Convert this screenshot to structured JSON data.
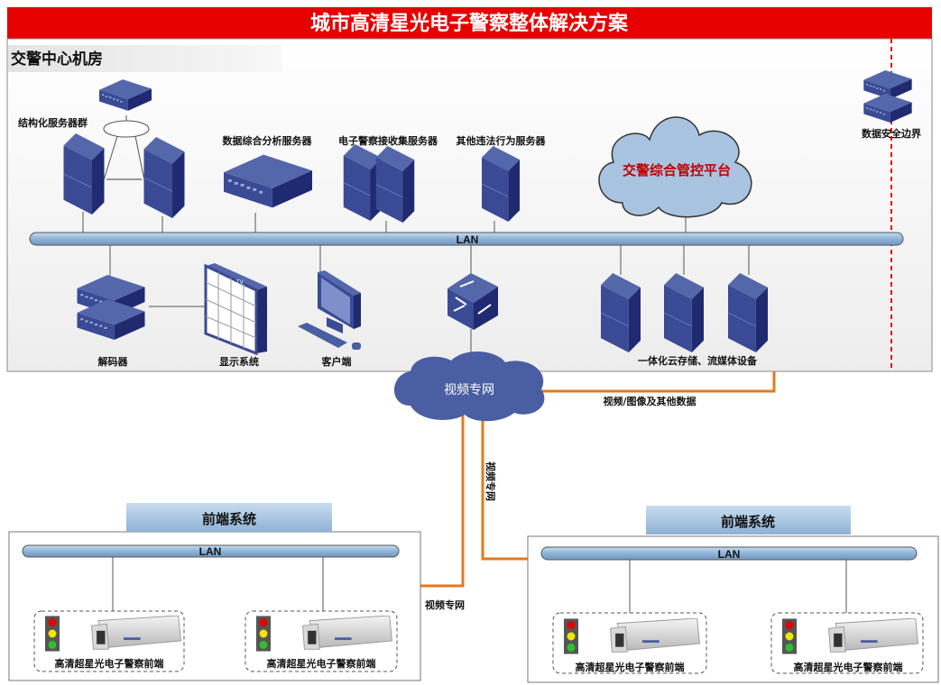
{
  "title": "城市高清星光电子警察整体解决方案",
  "colors": {
    "title_bar": "#e60000",
    "device": "#3a4a95",
    "lan": "#8fb3d6",
    "link": "#e07a20",
    "boundary": "#e60000",
    "video_cloud": "#4a5ea3",
    "platform_cloud": "#a9c4e0"
  },
  "center": {
    "label": "交警中心机房",
    "lan": "LAN",
    "devices": {
      "structured_cluster": "结构化服务器群",
      "analysis_server": "数据综合分析服务器",
      "collect_server": "电子警察接收集服务器",
      "violation_server": "其他违法行为服务器",
      "platform": "交警综合管控平台",
      "security_boundary": "数据安全边界",
      "decoder": "解码器",
      "display": "显示系统",
      "display_tv": "TV",
      "client": "客户端",
      "storage": "一体化云存储、流媒体设备"
    }
  },
  "network": {
    "cloud": "视频专网",
    "data_link": "视频/图像及其他数据",
    "link_vertical": "视频专网",
    "link_left": "视频专网"
  },
  "frontends": [
    {
      "title": "前端系统",
      "lan": "LAN",
      "cameras": [
        "高清超星光电子警察前端",
        "高清超星光电子警察前端"
      ]
    },
    {
      "title": "前端系统",
      "lan": "LAN",
      "cameras": [
        "高清超星光电子警察前端",
        "高清超星光电子警察前端"
      ]
    }
  ]
}
